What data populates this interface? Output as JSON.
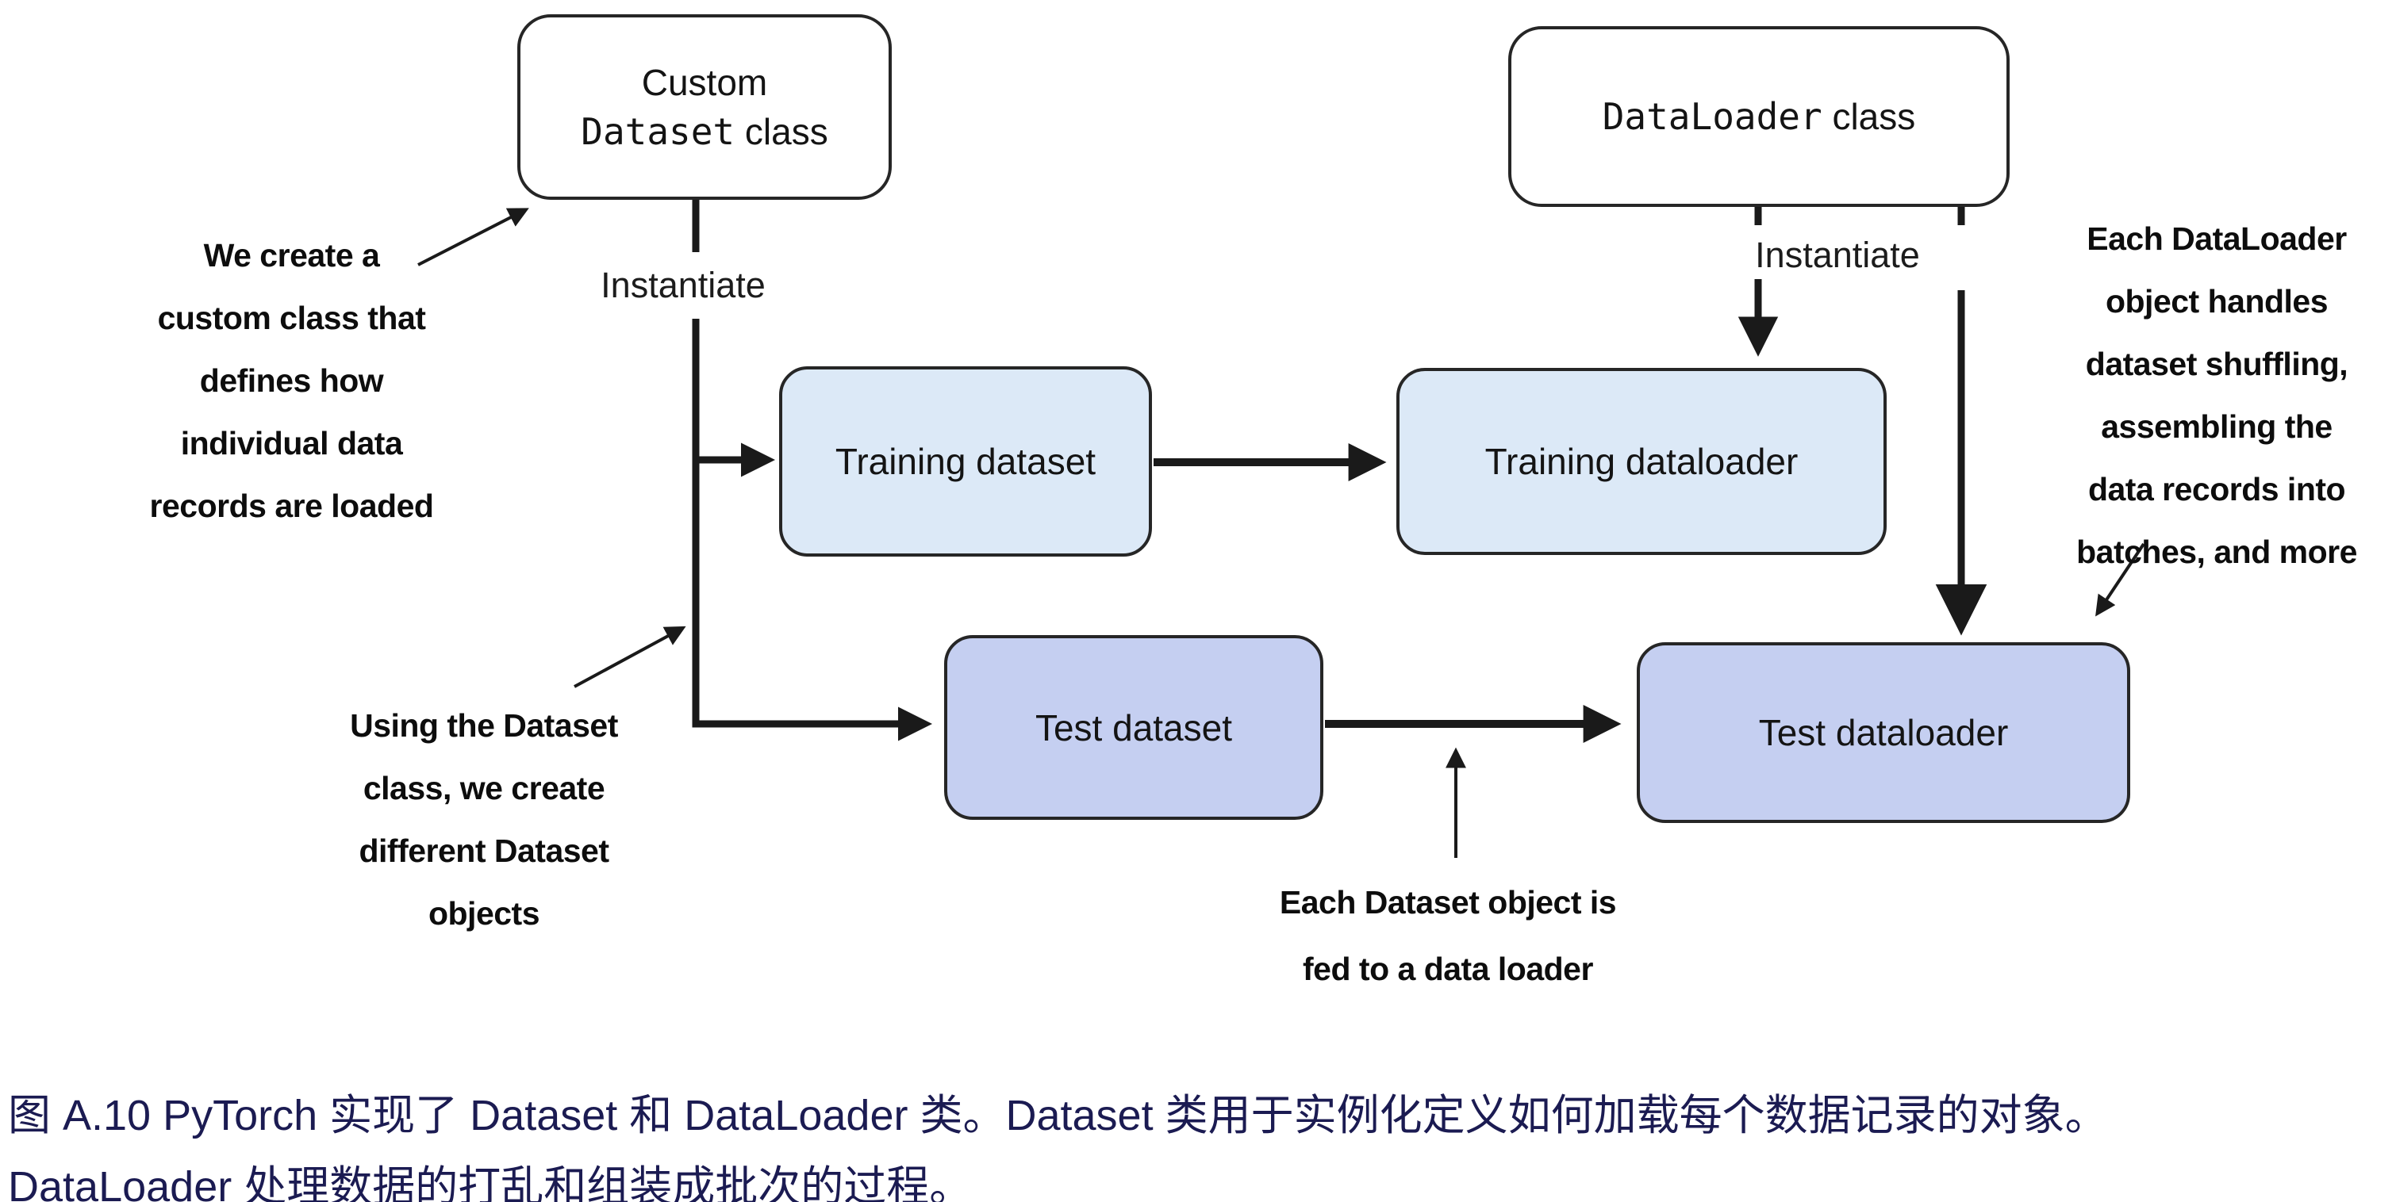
{
  "colors": {
    "background": "#ffffff",
    "line": "#1a1a1a",
    "box_border": "#262626",
    "light_blue_box": "#dce9f7",
    "periwinkle_box": "#c5cff1",
    "caption_text": "#1b1b52"
  },
  "boxes": {
    "custom_dataset": {
      "line1": "Custom",
      "code": "Dataset",
      "rest": " class"
    },
    "dataloader_class": {
      "code": "DataLoader",
      "rest": " class"
    },
    "training_dataset": {
      "label": "Training dataset"
    },
    "training_dataloader": {
      "label": "Training dataloader"
    },
    "test_dataset": {
      "label": "Test dataset"
    },
    "test_dataloader": {
      "label": "Test dataloader"
    }
  },
  "labels": {
    "instantiate_left": "Instantiate",
    "instantiate_right": "Instantiate"
  },
  "annotations": {
    "left_top": {
      "lines": [
        "We create a",
        "custom class that",
        "defines how",
        "individual data",
        "records are loaded"
      ]
    },
    "left_bottom": {
      "lines": [
        "Using the Dataset",
        "class, we create",
        "different Dataset",
        "objects"
      ]
    },
    "right": {
      "lines": [
        "Each DataLoader",
        "object handles",
        "dataset shuffling,",
        "assembling the",
        "data records into",
        "batches, and more"
      ]
    },
    "bottom": {
      "lines": [
        "Each Dataset object is",
        "fed to a data loader"
      ]
    }
  },
  "caption": {
    "lines": [
      "图 A.10 PyTorch 实现了 Dataset 和 DataLoader 类。Dataset 类用于实例化定义如何加载每个数据记录的对象。",
      "DataLoader 处理数据的打乱和组装成批次的过程。"
    ]
  }
}
